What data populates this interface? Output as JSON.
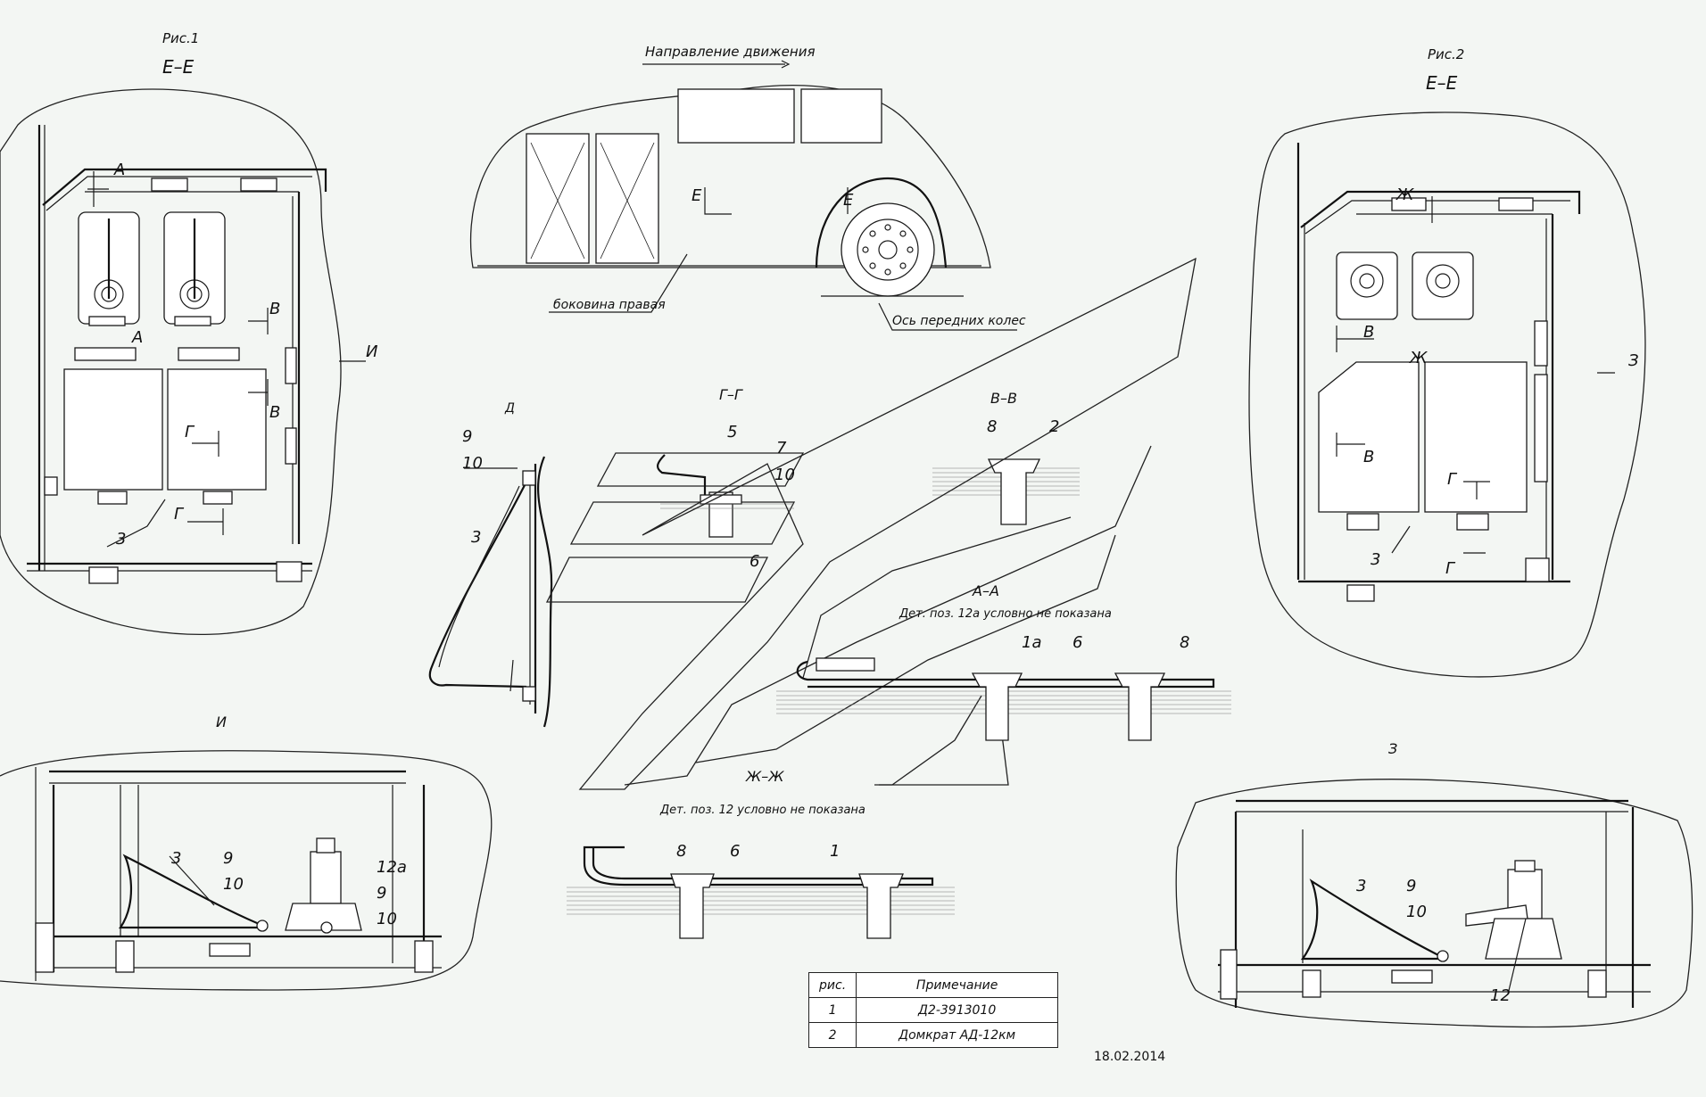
{
  "views": {
    "fig1_caption": "Рис.1",
    "fig1_section": "Е–Е",
    "fig2_caption": "Рис.2",
    "fig2_section": "Е–Е",
    "direction_label": "Направление движения",
    "side_label": "боковина правая",
    "axle_label": "Ось передних колес",
    "view_d": "Д",
    "section_gg": "Г–Г",
    "section_vv": "В–В",
    "section_aa": "А–А",
    "section_zhzh": "Ж–Ж",
    "view_i": "И",
    "view_z": "З",
    "note_12a": "Дет. поз. 12а условно не показана",
    "note_12": "Дет. поз. 12 условно не показана"
  },
  "letters": {
    "A": "А",
    "B": "В",
    "G": "Г",
    "E": "Е",
    "I": "И",
    "Zh": "Ж",
    "Z": "З"
  },
  "positions": {
    "p1": "1",
    "p1a": "1а",
    "p2": "2",
    "p3": "3",
    "p5": "5",
    "p6": "6",
    "p7": "7",
    "p8": "8",
    "p9": "9",
    "p10": "10",
    "p12": "12",
    "p12a": "12а"
  },
  "table": {
    "header_fig": "рис.",
    "header_note": "Примечание",
    "rows": [
      {
        "fig": "1",
        "note": "Д2-3913010"
      },
      {
        "fig": "2",
        "note": "Домкрат АД-12км"
      }
    ]
  },
  "date": "18.02.2014"
}
